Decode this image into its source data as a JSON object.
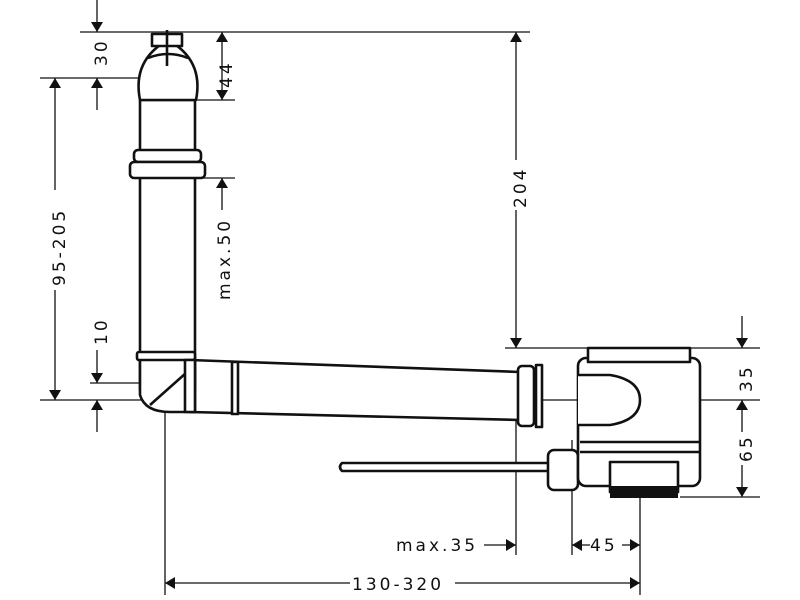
{
  "drawing": {
    "dimensions": {
      "top_offset": "30",
      "overflow_height": "44",
      "overall_height": "204",
      "height_range": "95-205",
      "max_insert": "max.50",
      "elbow_offset": "10",
      "drain_top": "35",
      "drain_bottom": "65",
      "max_side": "max.35",
      "drain_width": "45",
      "length_range": "130-320"
    },
    "colors": {
      "line": "#111111",
      "background": "#ffffff"
    }
  }
}
